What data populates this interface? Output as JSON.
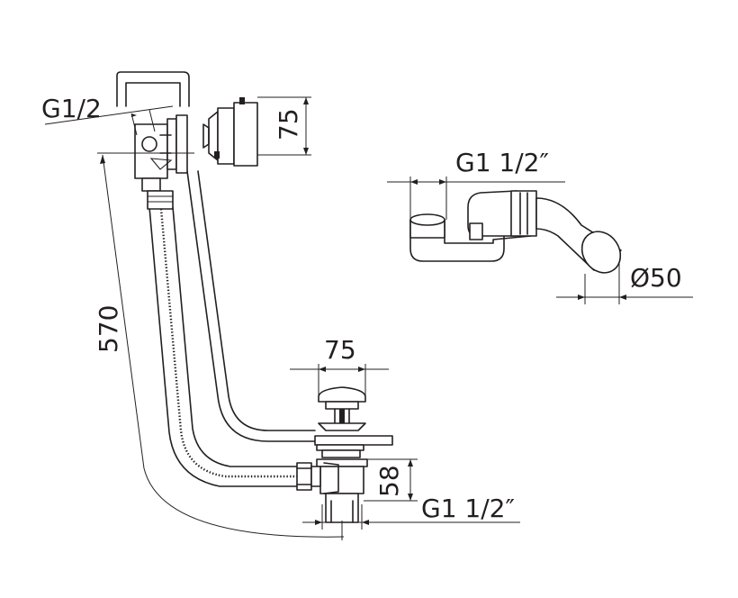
{
  "dimensions": {
    "g12_small": "G1/2",
    "d75_vertical": "75",
    "d570": "570",
    "d75_horizontal": "75",
    "d58": "58",
    "g1_12_bottom": "G1 1/2″",
    "g1_12_top": "G1 1/2″",
    "d50": "Ø50"
  }
}
